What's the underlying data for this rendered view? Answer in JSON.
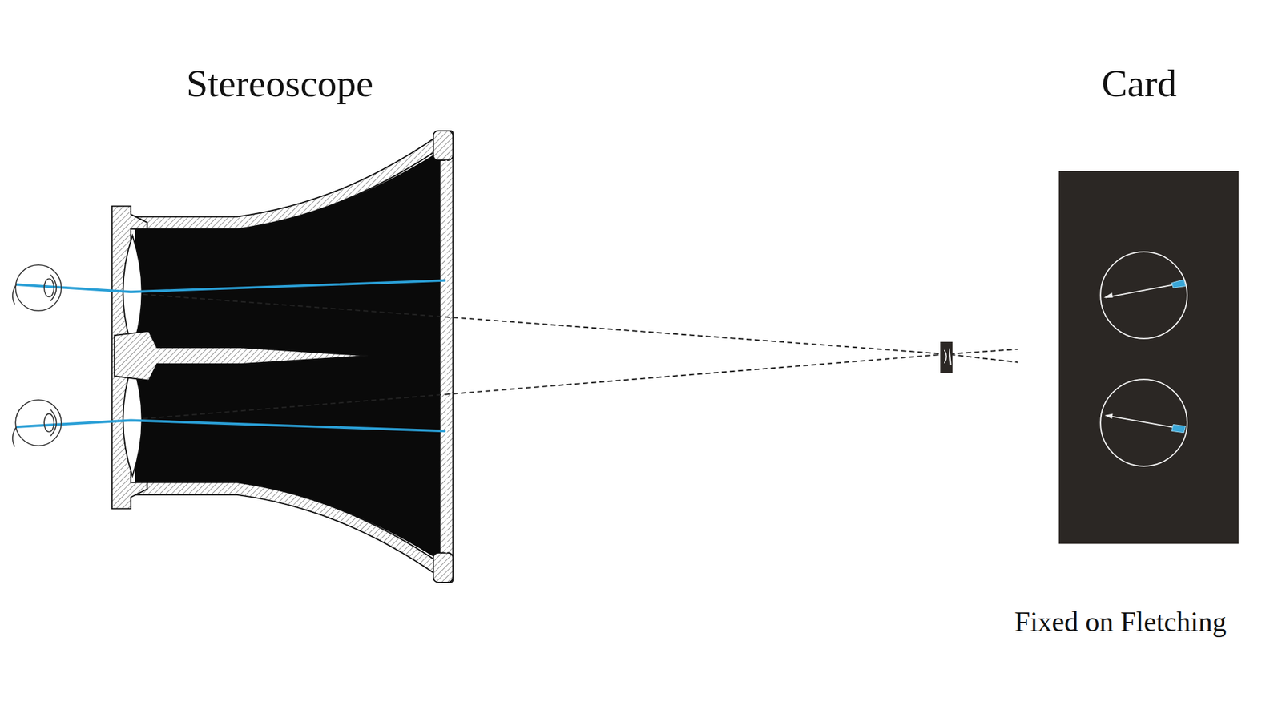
{
  "diagram": {
    "labels": [
      "Stereoscope",
      "Card",
      "Fixed on Fletching"
    ]
  }
}
